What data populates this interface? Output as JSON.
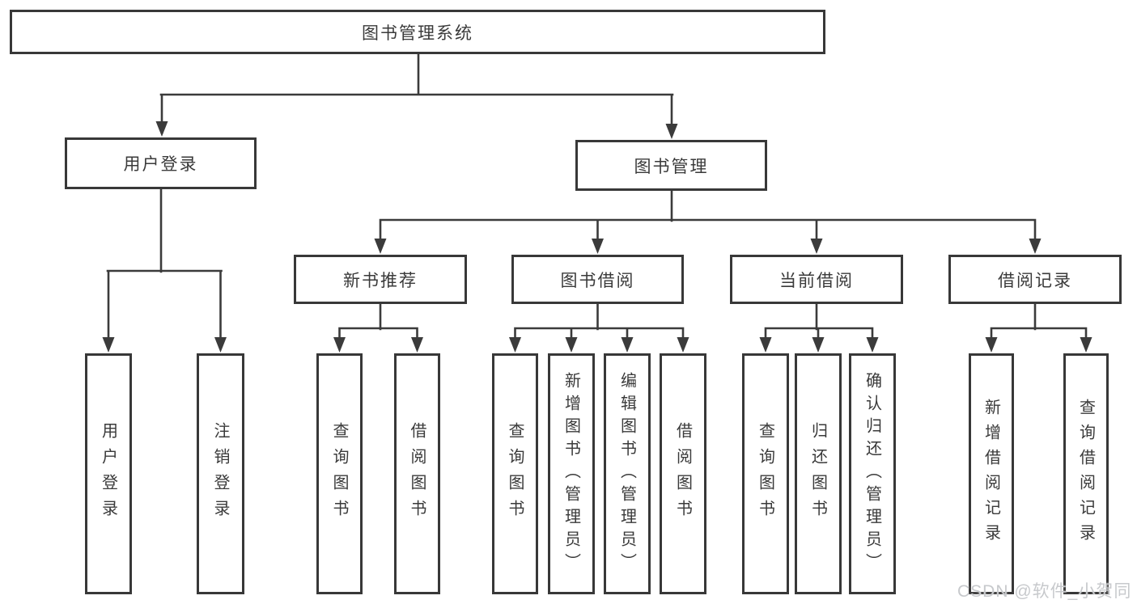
{
  "diagram": {
    "root": "图书管理系统",
    "branches": [
      {
        "label": "用户登录",
        "children": [
          {
            "label": "用户登录"
          },
          {
            "label": "注销登录"
          }
        ]
      },
      {
        "label": "图书管理",
        "children": [
          {
            "label": "新书推荐",
            "children": [
              {
                "label": "查询图书"
              },
              {
                "label": "借阅图书"
              }
            ]
          },
          {
            "label": "图书借阅",
            "children": [
              {
                "label": "查询图书"
              },
              {
                "label": "新增图书（管理员）"
              },
              {
                "label": "编辑图书（管理员）"
              },
              {
                "label": "借阅图书"
              }
            ]
          },
          {
            "label": "当前借阅",
            "children": [
              {
                "label": "查询图书"
              },
              {
                "label": "归还图书"
              },
              {
                "label": "确认归还（管理员）"
              }
            ]
          },
          {
            "label": "借阅记录",
            "children": [
              {
                "label": "新增借阅记录"
              },
              {
                "label": "查询借阅记录"
              }
            ]
          }
        ]
      }
    ]
  },
  "watermark": {
    "text": "CSDN @软件_小贺同学"
  },
  "colors": {
    "line": "#3b3b3b",
    "box_border": "#383838",
    "text": "#3a3a3a",
    "watermark": "#c7c9cc",
    "background": "#ffffff"
  }
}
